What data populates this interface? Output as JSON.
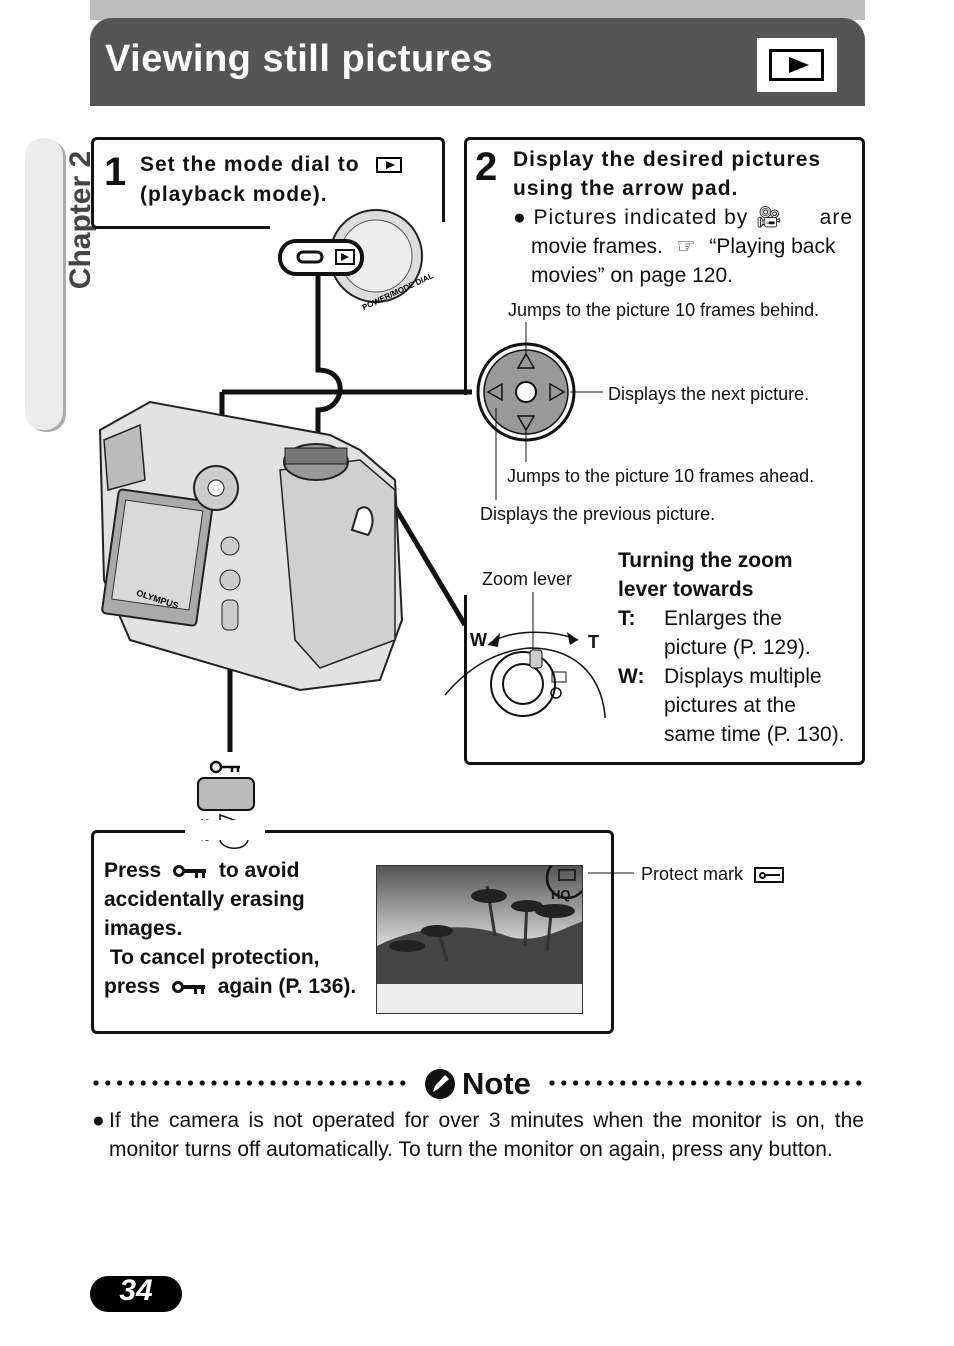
{
  "header": {
    "title": "Viewing still pictures",
    "mode_icon": "playback-icon"
  },
  "chapter": {
    "label": "Chapter 2"
  },
  "step1": {
    "number": "1",
    "line1": "Set the mode dial to",
    "line2": "(playback mode).",
    "dial_label": "POWER/MODE DIAL"
  },
  "step2": {
    "number": "2",
    "title_line1": "Display the desired pictures",
    "title_line2": "using the arrow pad.",
    "bullet_line1a": "Pictures indicated by",
    "bullet_line1b": "are",
    "bullet_line2a": "movie frames.",
    "bullet_line2b": "“Playing back",
    "bullet_line3": "movies” on page 120.",
    "callout_up": "Jumps to the picture 10 frames behind.",
    "callout_right": "Displays the next picture.",
    "callout_down": "Jumps to the picture 10 frames ahead.",
    "callout_left": "Displays the previous picture.",
    "zoom_lever_label": "Zoom lever",
    "zoom_w": "W",
    "zoom_t": "T",
    "zoom_heading_line1": "Turning the zoom",
    "zoom_heading_line2": "lever towards",
    "t_key": "T:",
    "t_line1": "Enlarges the",
    "t_line2": "picture (P. 129).",
    "w_key": "W:",
    "w_line1": "Displays multiple",
    "w_line2": "pictures at the",
    "w_line3": "same time (P. 130)."
  },
  "camera": {
    "brand": "OLYMPUS"
  },
  "protect": {
    "line1a": "Press",
    "line1b": "to avoid",
    "line2": "accidentally erasing",
    "line3": "images.",
    "line4": "To cancel protection,",
    "line5a": "press",
    "line5b": "again (P. 136).",
    "photo_quality": "HQ",
    "protect_mark_label": "Protect mark"
  },
  "note": {
    "title": "Note",
    "bullet": "If the camera is not operated for over 3 minutes when the monitor is on, the monitor turns off automatically. To turn the monitor on again, press any button."
  },
  "page_number": "34"
}
